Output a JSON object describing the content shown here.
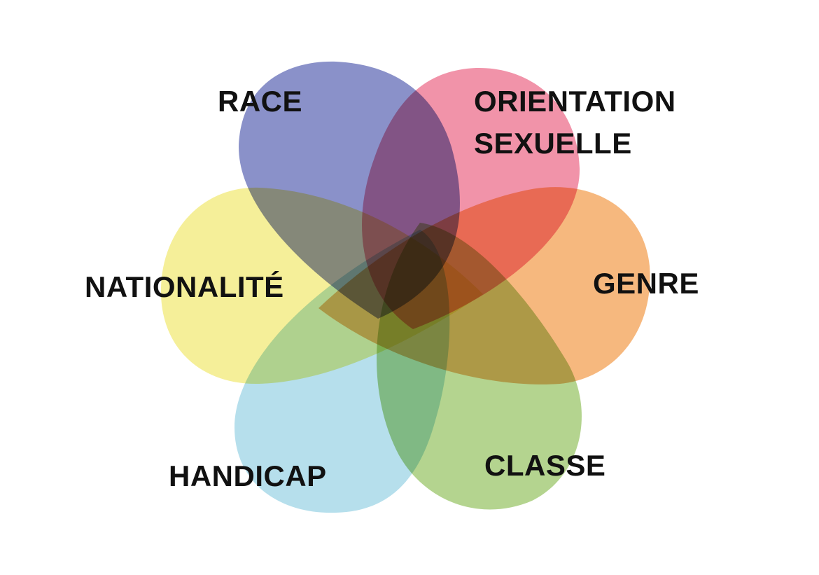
{
  "diagram": {
    "petals": [
      {
        "id": "race",
        "label": "RACE",
        "color": "#8088c4"
      },
      {
        "id": "orientation",
        "label_lines": [
          "ORIENTATION",
          "SEXUELLE"
        ],
        "color": "#f08aa2"
      },
      {
        "id": "genre",
        "label": "GENRE",
        "color": "#f5b273"
      },
      {
        "id": "classe",
        "label": "CLASSE",
        "color": "#aed086"
      },
      {
        "id": "handicap",
        "label": "HANDICAP",
        "color": "#b0dcea"
      },
      {
        "id": "nationalite",
        "label": "NATIONALITÉ",
        "color": "#f4ee90"
      }
    ]
  }
}
